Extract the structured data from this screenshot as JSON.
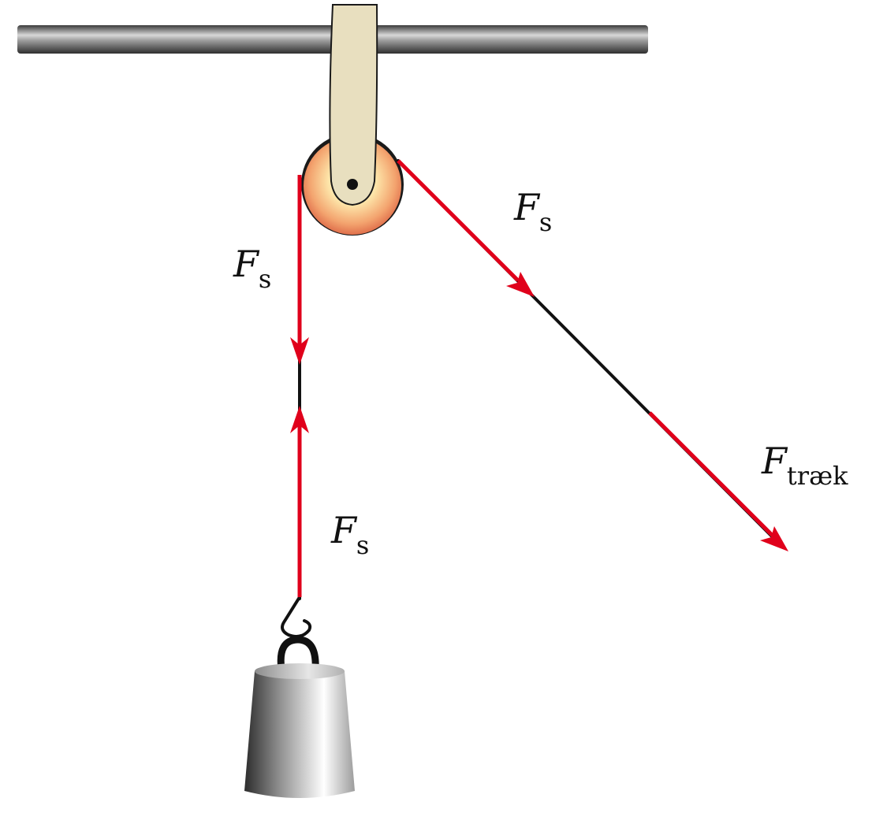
{
  "colors": {
    "force_arrow": "#e0001b",
    "rope": "#111111",
    "bar": "#6b6b6b",
    "bracket": "#e8dfbf",
    "pulley_center": "#fff6cc",
    "pulley_edge": "#e98058",
    "weight": "#b5b5b5"
  },
  "labels": {
    "fs_left": {
      "symbol": "F",
      "subscript": "s"
    },
    "fs_right": {
      "symbol": "F",
      "subscript": "s"
    },
    "fs_lower": {
      "symbol": "F",
      "subscript": "s"
    },
    "f_traek": {
      "symbol": "F",
      "subscript": "træk"
    }
  },
  "objects": [
    "ceiling-bar",
    "pulley-bracket",
    "pulley",
    "rope",
    "hook",
    "weight"
  ]
}
